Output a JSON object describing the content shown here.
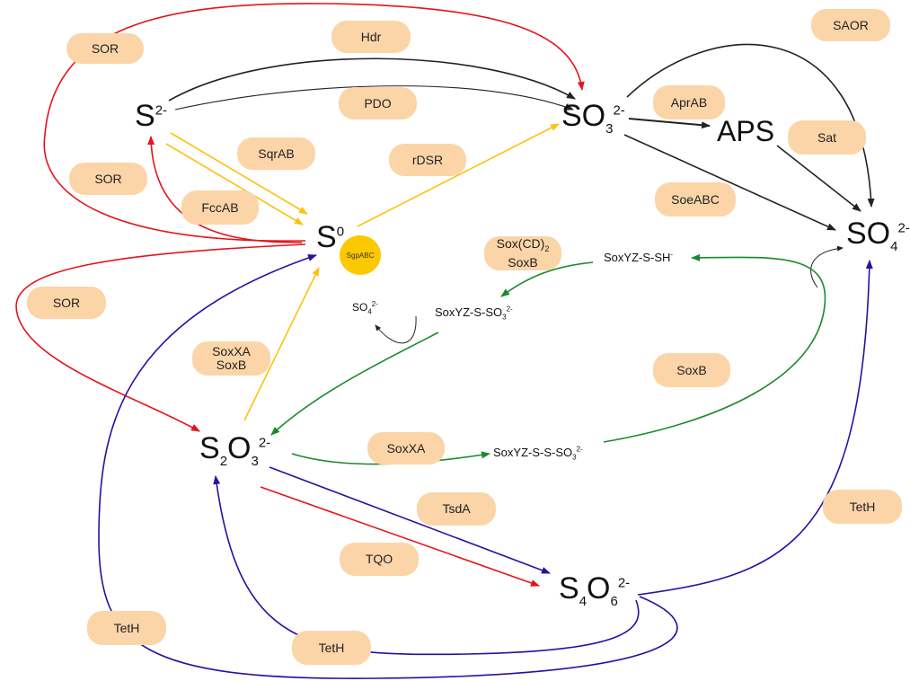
{
  "colors": {
    "red": "#e4141b",
    "black": "#222222",
    "yellow": "#fcc210",
    "green": "#1a8a2c",
    "purple": "#2c0fa0",
    "pill_fill": "#fbd5a8",
    "badge_fill": "#fcc800"
  },
  "enzymes": {
    "sor_top": "SOR",
    "hdr": "Hdr",
    "saor": "SAOR",
    "pdo": "PDO",
    "aprab": "AprAB",
    "sqrab": "SqrAB",
    "sat": "Sat",
    "rdsr": "rDSR",
    "sor_mid": "SOR",
    "fccab": "FccAB",
    "soeabc": "SoeABC",
    "soxcd_line1": "Sox(CD)",
    "soxcd_sub": "2",
    "soxcd_line2": "SoxB",
    "sor_low": "SOR",
    "soxxa_line1": "SoxXA",
    "soxxa_line2": "SoxB",
    "soxb": "SoxB",
    "soxxa": "SoxXA",
    "tsda": "TsdA",
    "teth_right": "TetH",
    "tqo": "TQO",
    "teth_left": "TetH",
    "teth_bottom": "TetH"
  },
  "compounds": {
    "sulfide": {
      "base": "S",
      "sup": "2-"
    },
    "sulfur": {
      "base": "S",
      "sup": "0"
    },
    "sulfite": {
      "base": "SO",
      "sub": "3",
      "sup": "2-"
    },
    "aps": "APS",
    "sulfate": {
      "base": "SO",
      "sub": "4",
      "sup": "2-"
    },
    "thiosulfate": {
      "base1": "S",
      "sub1": "2",
      "base2": "O",
      "sub2": "3",
      "sup": "2-"
    },
    "tetrathionate": {
      "base1": "S",
      "sub1": "4",
      "base2": "O",
      "sub2": "6",
      "sup": "2-"
    },
    "soxyz_ssh": {
      "base": "SoxYZ-S-SH",
      "sup": "-"
    },
    "soxyz_sso3": {
      "base": "SoxYZ-S-SO",
      "sub": "3",
      "sup": "2-"
    },
    "soxyz_ssso3": {
      "base": "SoxYZ-S-S-SO",
      "sub": "3",
      "sup": "2-"
    },
    "small_sulfate": {
      "base": "SO",
      "sub": "4",
      "sup": "2-"
    }
  },
  "badge": "SgpABC"
}
